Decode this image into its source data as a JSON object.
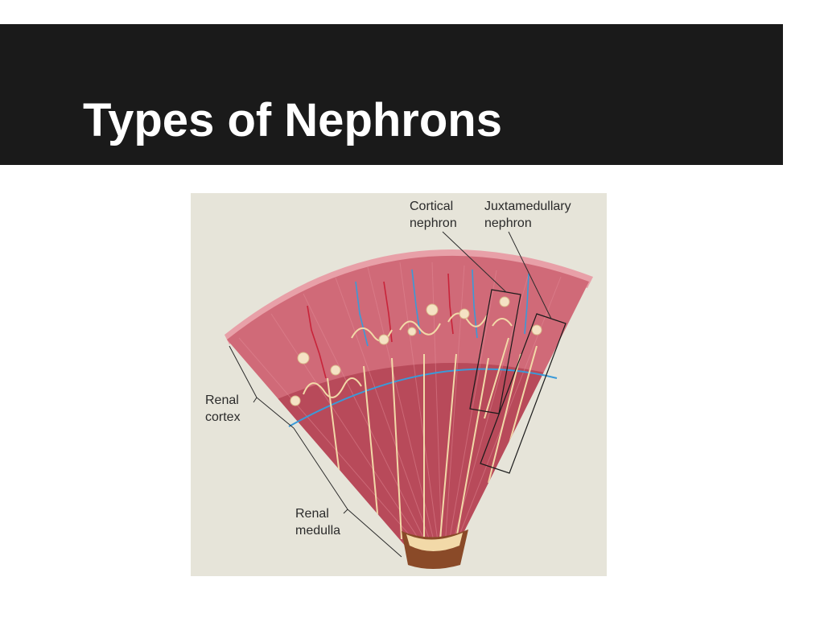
{
  "slide": {
    "title": "Types of Nephrons"
  },
  "figure": {
    "labels": {
      "cortical_line1": "Cortical",
      "cortical_line2": "nephron",
      "juxta_line1": "Juxtamedullary",
      "juxta_line2": "nephron",
      "cortex_line1": "Renal",
      "cortex_line2": "cortex",
      "medulla_line1": "Renal",
      "medulla_line2": "medulla"
    },
    "colors": {
      "cortex": "#d06a78",
      "medulla": "#b84a5a",
      "capsule": "#e8a0a8",
      "tubule": "#f2d9a8",
      "vein": "#3a9ad8",
      "artery": "#c8243a",
      "pelvis": "#8a4a28"
    }
  }
}
